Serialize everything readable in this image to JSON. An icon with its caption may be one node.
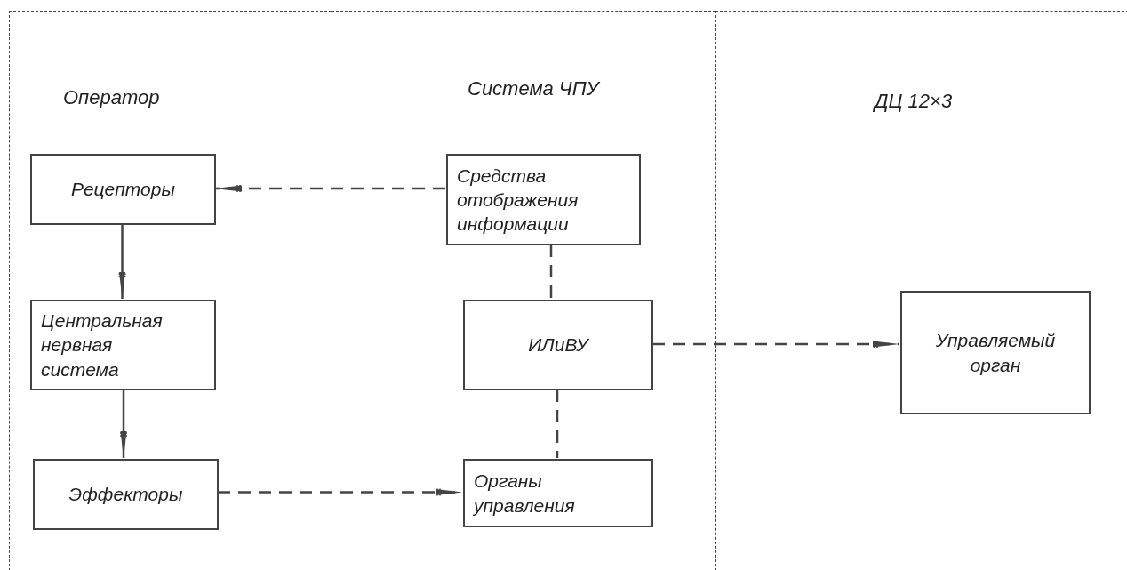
{
  "diagram": {
    "nodes": [
      {
        "text": [
          "Оператор"
        ]
      },
      {
        "text": [
          "Система ЧПУ"
        ]
      },
      {
        "text": [
          "ДЦ 12×3"
        ]
      },
      {
        "text": [
          "Рецепторы"
        ],
        "in": 0
      },
      {
        "text": [
          "Центральная нервная система"
        ],
        "in": 0
      },
      {
        "text": [
          "Эффекторы"
        ],
        "in": 0
      },
      {
        "text": [
          "Средства отображения информации"
        ],
        "in": 1
      },
      {
        "text": [
          "ИЛиВУ"
        ],
        "in": 1
      },
      {
        "text": [
          "Органы управления"
        ],
        "in": 1
      },
      {
        "text": [
          "Управляемый орган"
        ],
        "in": 2
      }
    ],
    "edges": [
      {
        "from": 6,
        "to": 3,
        "arrow": "to",
        "style": "dashed"
      },
      {
        "from": 3,
        "to": 4,
        "arrow": "to"
      },
      {
        "from": 4,
        "to": 5,
        "arrow": "to"
      },
      {
        "from": 6,
        "to": 7,
        "arrow": "none",
        "style": "dashed"
      },
      {
        "from": 7,
        "to": 8,
        "arrow": "none",
        "style": "dashed"
      },
      {
        "from": 5,
        "to": 8,
        "arrow": "to",
        "style": "dashed"
      },
      {
        "from": 7,
        "to": 9,
        "arrow": "to",
        "style": "dashed"
      }
    ]
  }
}
